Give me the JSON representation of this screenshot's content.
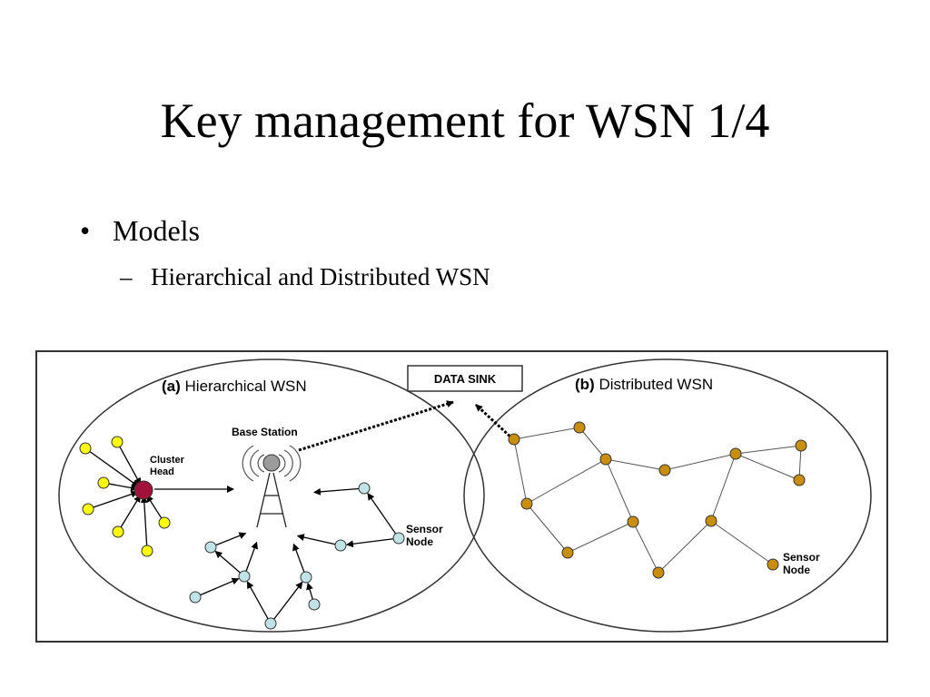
{
  "slide": {
    "title": "Key management for WSN 1/4",
    "bullets": [
      {
        "mark": "•",
        "text": "Models",
        "sub": [
          {
            "mark": "–",
            "text": "Hierarchical and Distributed WSN"
          }
        ]
      }
    ]
  },
  "diagram": {
    "data_sink_label": "DATA SINK",
    "hierarchical": {
      "prefix": "(a)",
      "title": "Hierarchical WSN",
      "base_station_label": "Base Station",
      "cluster_head_label": [
        "Cluster",
        "Head"
      ],
      "sensor_node_label": [
        "Sensor",
        "Node"
      ]
    },
    "distributed": {
      "prefix": "(b)",
      "title": "Distributed WSN",
      "sensor_node_label": [
        "Sensor",
        "Node"
      ]
    },
    "colors": {
      "cluster_head": "#a0123a",
      "cluster_member": "#ffff00",
      "sensor_node": "#bfe3e6",
      "base_station": "#9c9c9c",
      "distributed_node": "#c98f0c",
      "outline": "#333333"
    }
  }
}
